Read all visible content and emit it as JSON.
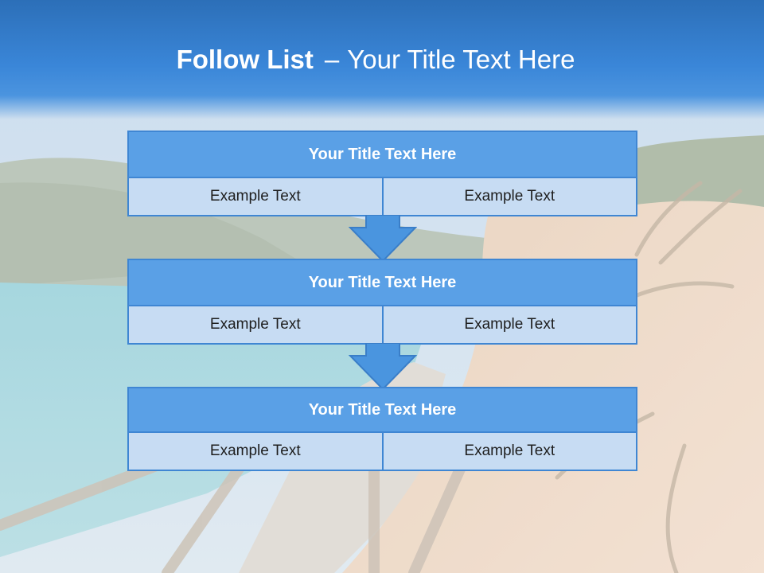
{
  "slide": {
    "title_bold": "Follow List",
    "title_dash": "–",
    "title_rest": "Your Title Text Here"
  },
  "steps": [
    {
      "title": "Your Title Text Here",
      "left": "Example Text",
      "right": "Example Text"
    },
    {
      "title": "Your Title Text Here",
      "left": "Example Text",
      "right": "Example Text"
    },
    {
      "title": "Your Title Text Here",
      "left": "Example Text",
      "right": "Example Text"
    }
  ],
  "colors": {
    "header": "#3a86d8",
    "box_title": "#5aa0e6",
    "box_cell": "#c7dcf3",
    "border": "#3f86d3",
    "arrow": "#4a95df"
  },
  "icons": [
    "down-arrow-icon"
  ]
}
